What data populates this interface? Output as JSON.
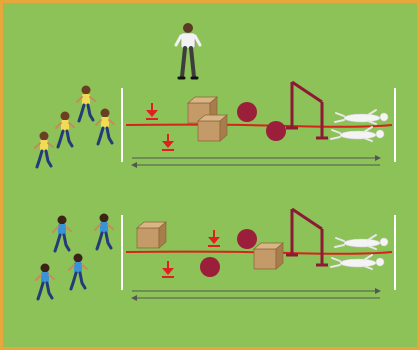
{
  "colors": {
    "field": "#8cc257",
    "border": "#e7a73b",
    "rope": "#d4241c",
    "marker": "#e02020",
    "ball": "#9b1e3a",
    "hurdle": "#8b1a35",
    "box": "#c49a69",
    "line": "#ffffff",
    "arrow_line": "#555555",
    "shirt_yellow": "#f0dc54",
    "shirt_blue": "#3a93d6",
    "pants_navy": "#253a78",
    "pants_dark": "#2a2a2a"
  },
  "lanes": [
    {
      "id": "top",
      "team_shirt": "yellow",
      "obstacles": [
        "down-arrow-marker",
        "cardboard-boxes",
        "ball",
        "hurdle",
        "lying-figures"
      ]
    },
    {
      "id": "bottom",
      "team_shirt": "blue",
      "obstacles": [
        "cardboard-box",
        "down-arrow-marker",
        "ball",
        "hurdle",
        "lying-figures"
      ]
    }
  ],
  "icons": {
    "referee": "referee-icon",
    "child": "child-runner-icon",
    "box": "cardboard-box-icon",
    "ball": "ball-icon",
    "hurdle": "hurdle-icon",
    "marker": "down-arrow-icon",
    "lying": "lying-figure-icon"
  }
}
